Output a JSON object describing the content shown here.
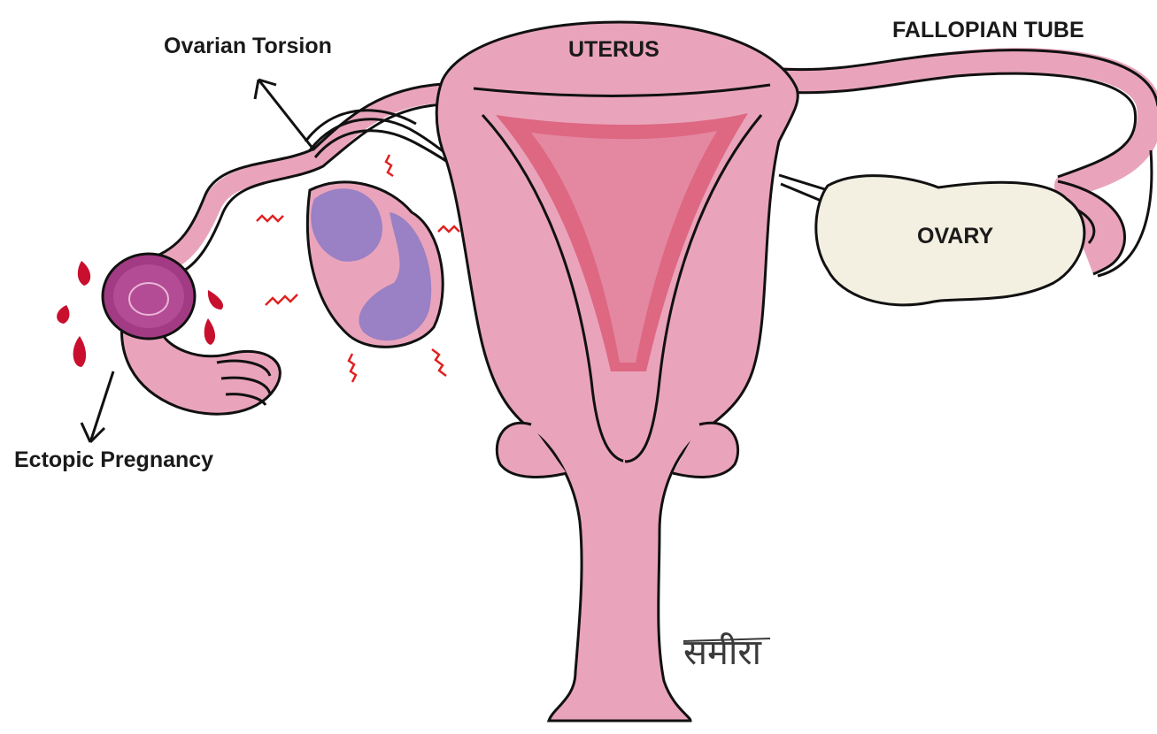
{
  "labels": {
    "uterus": "UTERUS",
    "fallopian_tube": "FALLOPIAN TUBE",
    "ovary": "OVARY",
    "ovarian_torsion": "Ovarian Torsion",
    "ectopic_pregnancy": "Ectopic Pregnancy"
  },
  "signature": "समीरा",
  "colors": {
    "tissue_pink": "#e9a4bb",
    "lining_red": "#d9536e",
    "outline": "#111111",
    "ovary_cream": "#f3efe1",
    "torsion_purple": "#9a80c4",
    "blood_red": "#c8102e"
  }
}
